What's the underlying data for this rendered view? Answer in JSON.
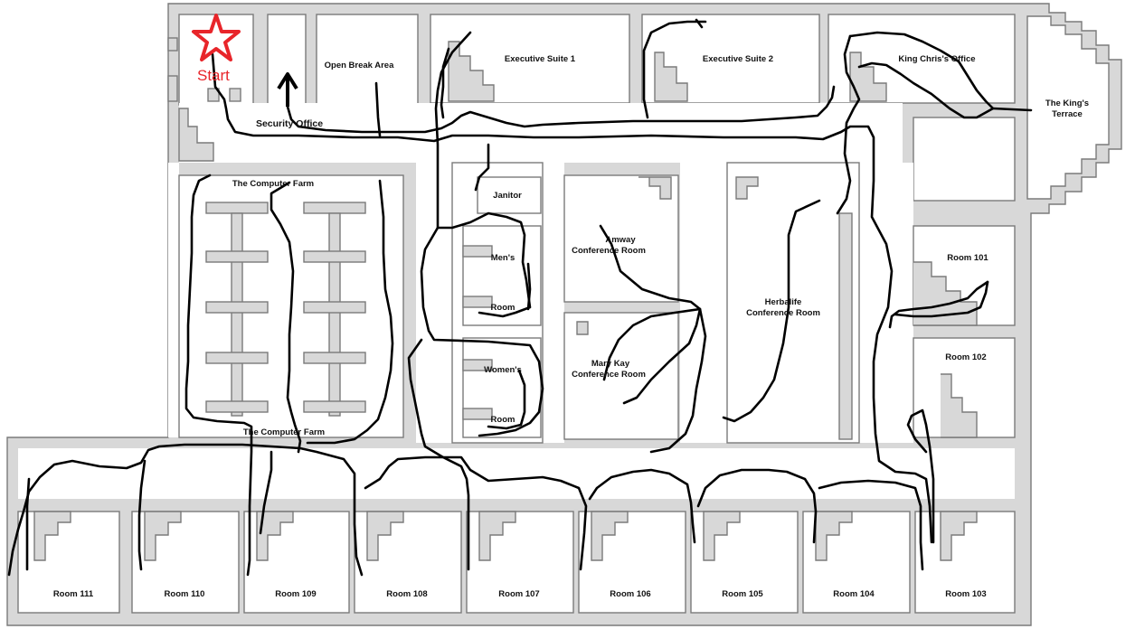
{
  "start": {
    "label": "Start"
  },
  "rooms": {
    "open_break": "Open Break Area",
    "exec1": "Executive Suite 1",
    "exec2": "Executive Suite 2",
    "king_office": "King Chris's Office",
    "king_terrace_1": "The King's",
    "king_terrace_2": "Terrace",
    "security": "Security Office",
    "computer_farm_top": "The Computer Farm",
    "computer_farm_bottom": "The Computer Farm",
    "janitor": "Janitor",
    "mens": "Men's",
    "mens_room": "Room",
    "womens": "Women's",
    "womens_room": "Room",
    "amway_1": "Amway",
    "amway_2": "Conference Room",
    "marykay_1": "Mary Kay",
    "marykay_2": "Conference Room",
    "herbalife_1": "Herbalife",
    "herbalife_2": "Conference Room",
    "r101": "Room 101",
    "r102": "Room 102",
    "r103": "Room 103",
    "r104": "Room 104",
    "r105": "Room 105",
    "r106": "Room 106",
    "r107": "Room 107",
    "r108": "Room 108",
    "r109": "Room 109",
    "r110": "Room 110",
    "r111": "Room 111"
  },
  "colors": {
    "wall": "#d8d8d8",
    "start_marker": "#e8252a",
    "route": "#000000"
  }
}
